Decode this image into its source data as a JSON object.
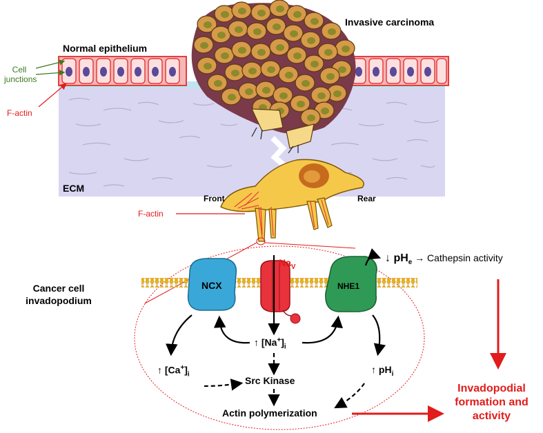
{
  "labels": {
    "normal_epithelium": "Normal epithelium",
    "invasive_carcinoma": "Invasive carcinoma",
    "cell_junctions_line1": "Cell",
    "cell_junctions_line2": "junctions",
    "f_actin_top": "F-actin",
    "ecm": "ECM",
    "front": "Front",
    "rear": "Rear",
    "f_actin_cell": "F-actin",
    "cancer_cell_line1": "Cancer cell",
    "cancer_cell_line2": "invadopodium",
    "ncx": "NCX",
    "nav_main": "Na",
    "nav_sub": "V",
    "nhe1": "NHE1",
    "ph_e_arrow": "↓ pH",
    "ph_e_sub": "e",
    "cathepsin": "→ Cathepsin activity",
    "na_i_main": "↑ [Na",
    "na_i_sup": "+",
    "na_i_close": "]",
    "na_i_sub": "i",
    "ca_i_main": "↑ [Ca",
    "ca_i_sup": "+",
    "ca_i_close": "]",
    "ca_i_sub": "i",
    "ph_i_main": "↑ pH",
    "ph_i_sub": "i",
    "src_kinase": "Src Kinase",
    "actin_poly": "Actin polymerization",
    "outcome_line1": "Invadopodial",
    "outcome_line2": "formation and",
    "outcome_line3": "activity"
  },
  "colors": {
    "ecm": "#d9d6f2",
    "cancer_cell": "#d79a4a",
    "nucleus": "#9c6b1f",
    "epithelium": "#e83c3c",
    "ncx": "#39a8d8",
    "nav": "#e8323c",
    "nhe1": "#2f9a55",
    "accent_red": "#e21b1b"
  }
}
